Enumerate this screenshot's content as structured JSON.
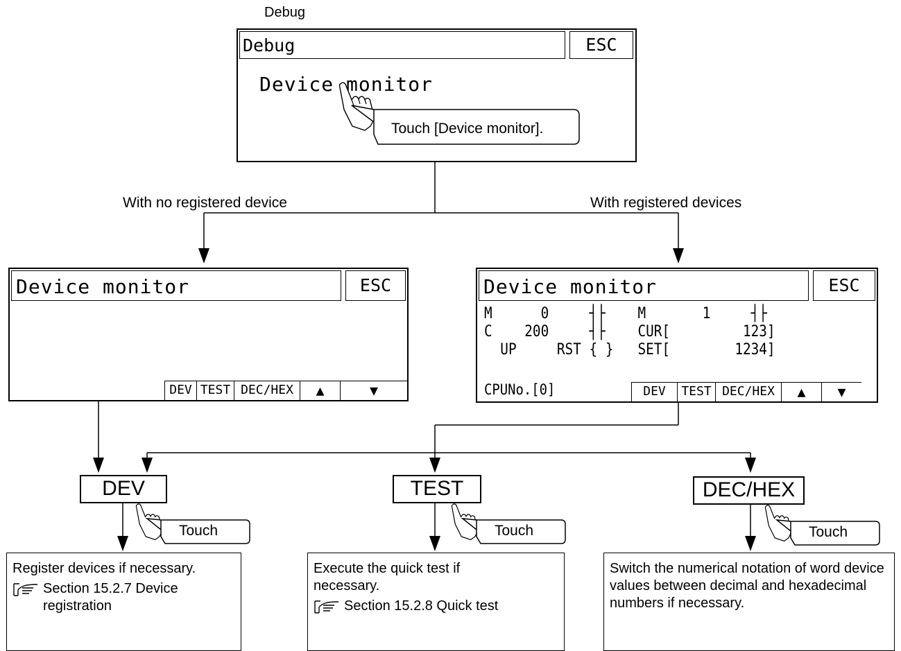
{
  "top": {
    "caption": "Debug",
    "window_title": "Debug",
    "esc": "ESC",
    "item": "Device monitor",
    "callout": "Touch [Device monitor]."
  },
  "branches": {
    "left": "With no registered device",
    "right": "With registered devices"
  },
  "left_screen": {
    "title": "Device monitor",
    "esc": "ESC",
    "buttons": [
      "DEV",
      "TEST",
      "DEC/HEX",
      "▲",
      "▼"
    ]
  },
  "right_screen": {
    "title": "Device monitor",
    "esc": "ESC",
    "row1": "M      0     ┤├    M       1     ┤├",
    "row2": "C    200     ┤├    CUR[         123]",
    "row3": "  UP     RST { }   SET[        1234]",
    "cpu": "CPUNo.[0]",
    "buttons": [
      "DEV",
      "TEST",
      "DEC/HEX",
      "▲",
      "▼"
    ]
  },
  "keys": {
    "dev": "DEV",
    "test": "TEST",
    "dechex": "DEC/HEX",
    "touch": "Touch"
  },
  "descriptions": {
    "dev": {
      "text": "Register devices if necessary.",
      "ref": "Section 15.2.7 Device registration"
    },
    "test": {
      "text": "Execute the quick test if necessary.",
      "ref": "Section 15.2.8 Quick test"
    },
    "dechex": {
      "text": "Switch the numerical notation of word device values between decimal and hexadecimal numbers if necessary."
    }
  }
}
